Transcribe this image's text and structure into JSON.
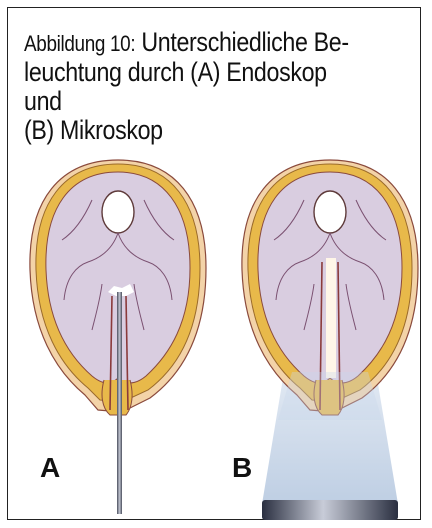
{
  "figure": {
    "caption_lead": "Abbildung 10:",
    "caption_rest": "Unterschiedliche Be-\nleuchtung durch (A) Endoskop und\n(B) Mikroskop",
    "panel_a_label": "A",
    "panel_b_label": "B"
  },
  "colors": {
    "brain": "#d9cde0",
    "skull": "#e8b94a",
    "scalp": "#f3d3a8",
    "outline": "#8a4a3c",
    "light_beam": "#c9d8ea",
    "endoscope": "#7a7f8e"
  }
}
